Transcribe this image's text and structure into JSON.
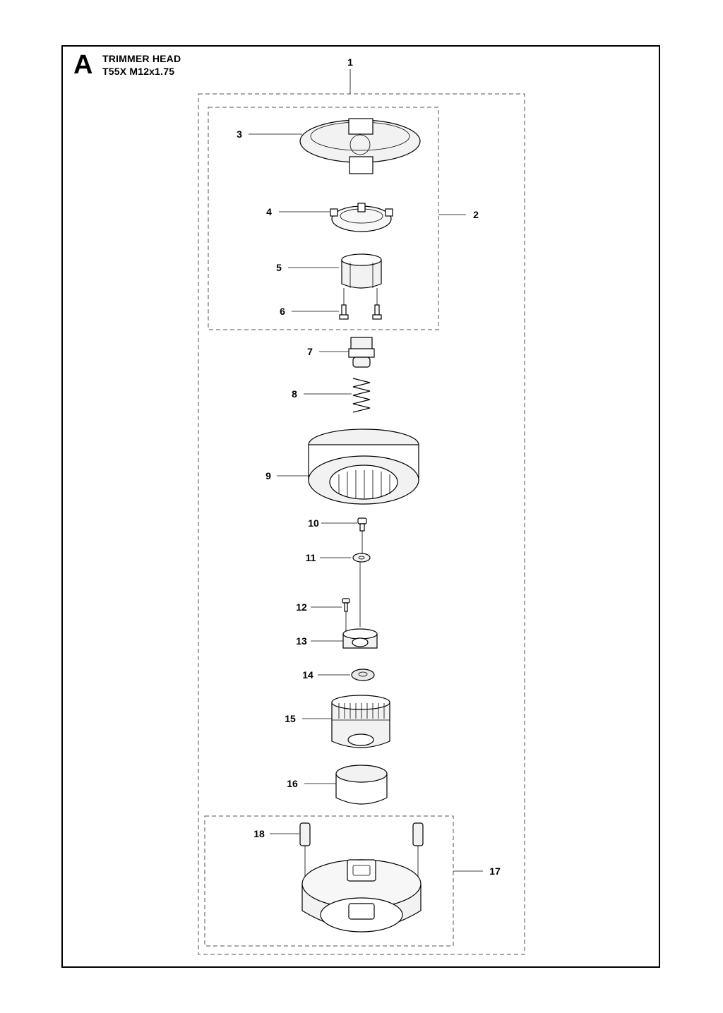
{
  "header": {
    "section_letter": "A",
    "title_line1": "TRIMMER HEAD",
    "title_line2": "T55X M12x1.75"
  },
  "callouts": {
    "c1": "1",
    "c2": "2",
    "c3": "3",
    "c4": "4",
    "c5": "5",
    "c6": "6",
    "c7": "7",
    "c8": "8",
    "c9": "9",
    "c10": "10",
    "c11": "11",
    "c12": "12",
    "c13": "13",
    "c14": "14",
    "c15": "15",
    "c16": "16",
    "c17": "17",
    "c18": "18"
  }
}
